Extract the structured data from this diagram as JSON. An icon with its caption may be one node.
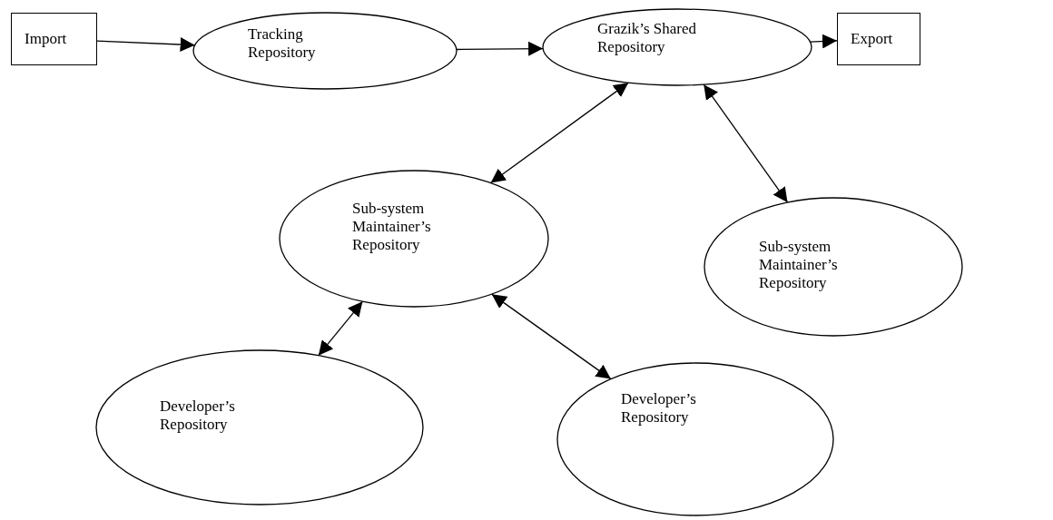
{
  "diagram": {
    "nodes": [
      {
        "text": [
          "Import"
        ]
      },
      {
        "text": [
          "Tracking Repository"
        ]
      },
      {
        "text": [
          "Grazik’s Shared Repository"
        ]
      },
      {
        "text": [
          "Export"
        ]
      },
      {
        "text": [
          "Sub-system Maintainer’s Repository"
        ]
      },
      {
        "text": [
          "Sub-system Maintainer’s Repository"
        ]
      },
      {
        "text": [
          "Developer’s Repository"
        ]
      },
      {
        "text": [
          "Developer’s Repository"
        ]
      }
    ],
    "edges": [
      {
        "from": 0,
        "to": 1,
        "arrow": "to"
      },
      {
        "from": 1,
        "to": 2,
        "arrow": "to"
      },
      {
        "from": 2,
        "to": 3,
        "arrow": "to"
      },
      {
        "from": 2,
        "to": 4,
        "arrow": "both"
      },
      {
        "from": 2,
        "to": 5,
        "arrow": "both"
      },
      {
        "from": 4,
        "to": 6,
        "arrow": "both"
      },
      {
        "from": 4,
        "to": 7,
        "arrow": "both"
      }
    ]
  }
}
